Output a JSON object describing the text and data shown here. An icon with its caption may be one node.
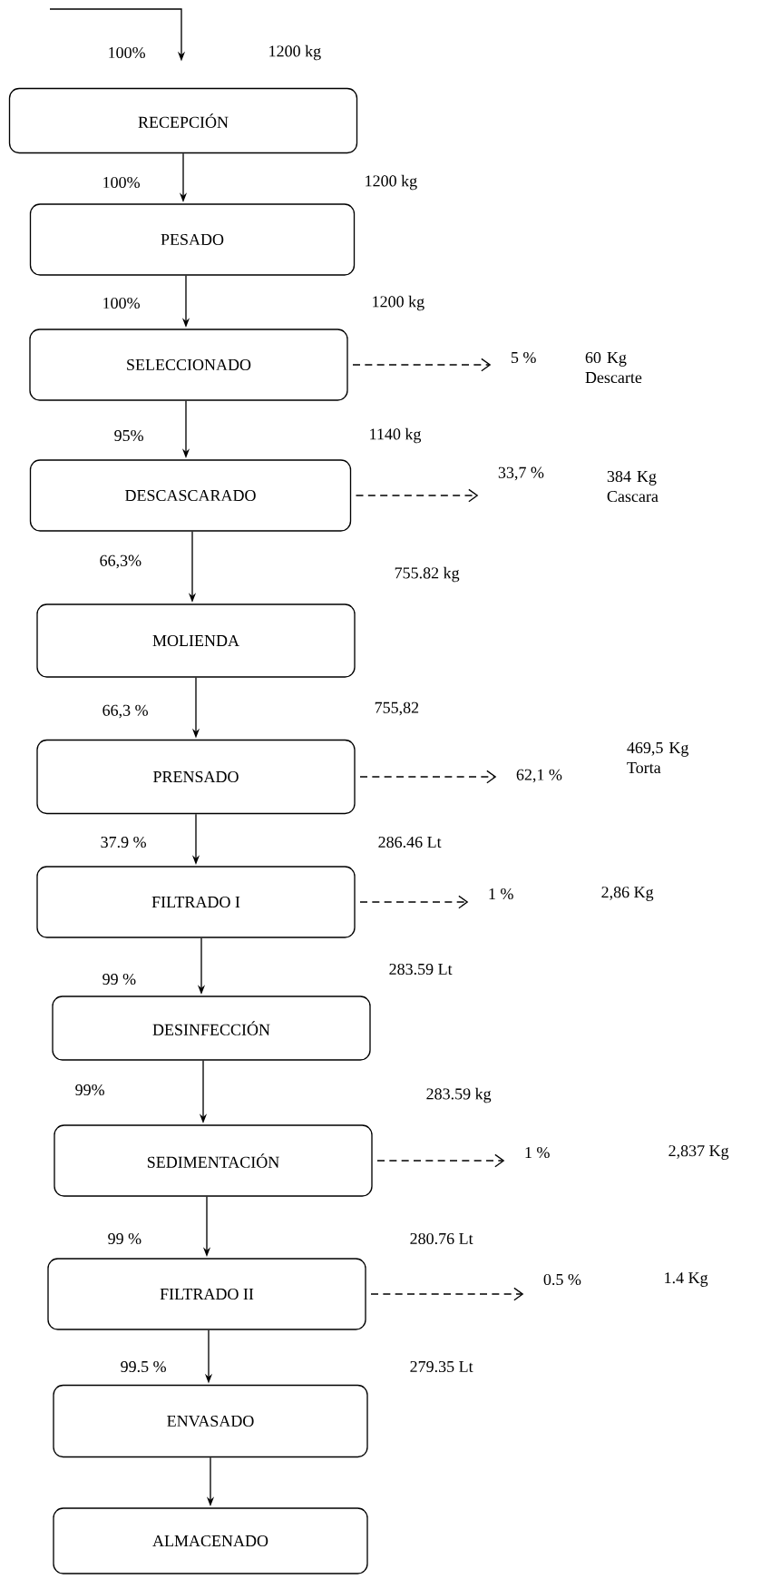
{
  "diagram": {
    "nodes": [
      {
        "text": [
          "RECEPCIÓN"
        ]
      },
      {
        "text": [
          "PESADO"
        ]
      },
      {
        "text": [
          "SELECCIONADO"
        ]
      },
      {
        "text": [
          "5 %"
        ],
        "beside": [
          "60 Kg Descarte"
        ]
      },
      {
        "text": [
          "DESCASCARADO"
        ]
      },
      {
        "text": [
          "33,7 %"
        ],
        "beside": [
          "384 Kg Cascara"
        ]
      },
      {
        "text": [
          "MOLIENDA"
        ]
      },
      {
        "text": [
          "PRENSADO"
        ]
      },
      {
        "text": [
          "62,1 %"
        ],
        "beside": [
          "469,5 Kg Torta"
        ]
      },
      {
        "text": [
          "FILTRADO I"
        ]
      },
      {
        "text": [
          "1 %"
        ]
      },
      {
        "text": [
          "DESINFECCIÓN"
        ]
      },
      {
        "text": [
          "SEDIMENTACIÓN"
        ]
      },
      {
        "text": [
          "1 %"
        ]
      },
      {
        "text": [
          "FILTRADO II"
        ]
      },
      {
        "text": [
          "0.5 %"
        ]
      },
      {
        "text": [
          "ENVASADO"
        ]
      },
      {
        "text": [
          "ALMACENADO"
        ]
      }
    ],
    "edges": [
      {
        "from": null,
        "to": 0,
        "arrow": "to"
      },
      {
        "from": 0,
        "to": 1,
        "arrow": "to"
      },
      {
        "from": 1,
        "to": 2,
        "arrow": "to"
      },
      {
        "from": 2,
        "to": 3,
        "arrow": "to",
        "style": "dashed"
      },
      {
        "from": 2,
        "to": 4,
        "arrow": "to"
      },
      {
        "from": 4,
        "to": 5,
        "arrow": "to",
        "style": "dashed"
      },
      {
        "from": 4,
        "to": 6,
        "arrow": "to"
      },
      {
        "from": 6,
        "to": 7,
        "arrow": "to"
      },
      {
        "from": 7,
        "to": 8,
        "arrow": "to",
        "style": "dashed"
      },
      {
        "from": 7,
        "to": 9,
        "arrow": "to"
      },
      {
        "from": 9,
        "to": 10,
        "arrow": "to",
        "style": "dashed"
      },
      {
        "from": 9,
        "to": 11,
        "arrow": "to"
      },
      {
        "from": 11,
        "to": 12,
        "arrow": "to"
      },
      {
        "from": 12,
        "to": 13,
        "arrow": "to",
        "style": "dashed"
      },
      {
        "from": 12,
        "to": 14,
        "arrow": "to"
      },
      {
        "from": 14,
        "to": 15,
        "arrow": "to",
        "style": "dashed"
      },
      {
        "from": 14,
        "to": 16,
        "arrow": "to"
      },
      {
        "from": 16,
        "to": 17,
        "arrow": "to"
      }
    ],
    "labels": [
      "100%",
      "1200 kg",
      "100%",
      "1200 kg",
      "100%",
      "1200 kg",
      "95%",
      "1140 kg",
      "66,3%",
      "755.82 kg",
      "66,3 %",
      "755,82",
      "37.9 %",
      "286.46 Lt",
      "2,86 Kg",
      "99 %",
      "283.59 Lt",
      "99%",
      "283.59 kg",
      "2,837 Kg",
      "99 %",
      "280.76 Lt",
      "1.4 Kg",
      "99.5 %",
      "279.35 Lt"
    ]
  }
}
